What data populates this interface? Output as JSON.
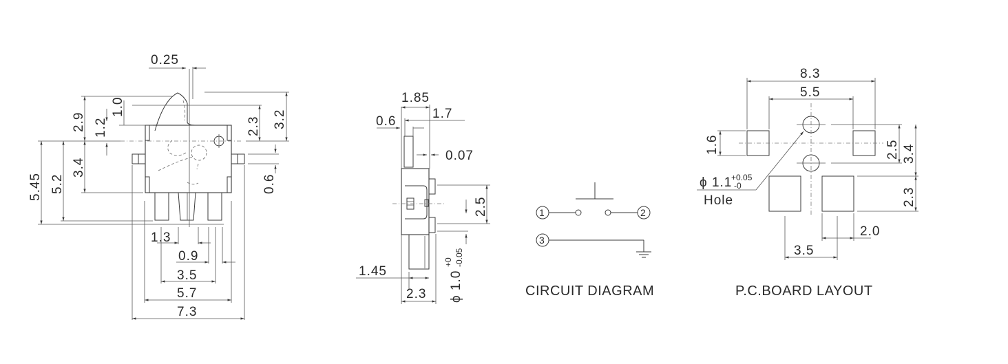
{
  "front_view": {
    "dimensions": {
      "lever_offset": "0.25",
      "total_height_top": "2.9",
      "lever_tip": "1.0",
      "shoulder": "1.2",
      "right_top_a": "2.3",
      "right_top_b": "3.2",
      "body_height": "5.45",
      "body_to_terminal": "5.2",
      "lower_body": "3.4",
      "side_tab": "0.6",
      "pin_width": "1.3",
      "pin_gap": "0.9",
      "pin_pitch": "3.5",
      "body_width": "5.7",
      "overall_width": "7.3"
    }
  },
  "side_view": {
    "dimensions": {
      "total_depth": "1.85",
      "depth_inner": "1.7",
      "actuator_thickness": "0.6",
      "gap": "0.07",
      "peg_pitch": "2.5",
      "terminal_thickness": "1.45",
      "base_depth": "2.3",
      "peg_diameter_prefix": "ϕ",
      "peg_diameter": "1.0",
      "peg_tol_plus": "+0",
      "peg_tol_minus": "-0.05"
    }
  },
  "circuit_diagram": {
    "caption": "CIRCUIT DIAGRAM",
    "pins": [
      "1",
      "2",
      "3"
    ]
  },
  "pcb_layout": {
    "caption": "P.C.BOARD LAYOUT",
    "dimensions": {
      "outer_width": "8.3",
      "inner_width": "5.5",
      "side_pad_height": "1.6",
      "hole_pitch": "2.5",
      "hole_span": "3.4",
      "pad_height": "2.3",
      "pad_width": "2.0",
      "pad_pitch": "3.5",
      "hole_prefix": "ϕ",
      "hole_diameter": "1.1",
      "hole_tol_plus": "+0.05",
      "hole_tol_minus": "-0",
      "hole_label": "Hole"
    }
  }
}
